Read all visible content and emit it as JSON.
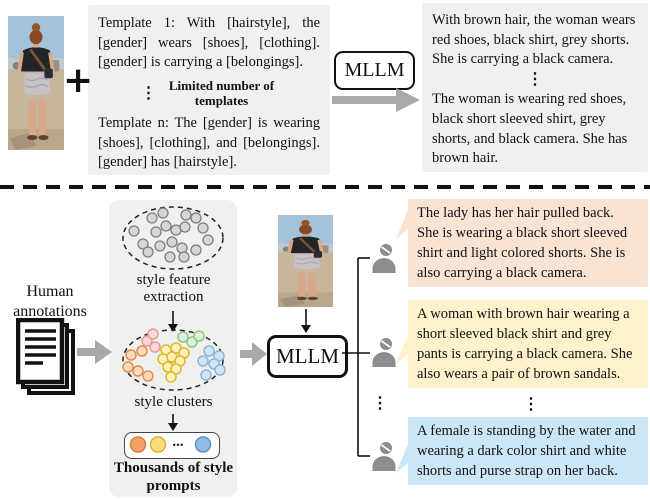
{
  "top": {
    "plus_sign": "+",
    "template_box": {
      "template_1": "Template 1: With [hairstyle], the [gender] wears [shoes], [clothing]. [gender] is carrying a [belongings].",
      "ellipsis": "⋮",
      "note": "Limited number of templates",
      "template_n": "Template n: The [gender] is wearing [shoes], [clothing], and [belongings]. [gender] has [hairstyle]."
    },
    "mllm_label": "MLLM",
    "output_box": {
      "description_1": "With brown hair, the woman wears red shoes, black shirt, grey shorts. She is carrying a black camera.",
      "ellipsis": "⋮",
      "description_2": "The woman is wearing red shoes, black short sleeved shirt, grey shorts, and black camera. She has brown hair."
    }
  },
  "bottom": {
    "human_annotations_label": "Human annotations",
    "style_pipeline": {
      "feature_label": "style feature extraction",
      "clusters_label": "style clusters",
      "prompts_ellipsis": "...",
      "prompts_label": "Thousands of style prompts"
    },
    "mllm_label": "MLLM",
    "connector_ellipsis": "⋮",
    "bubbles_ellipsis": "⋮",
    "annotations": [
      {
        "color": "#f9e3d3",
        "text": "The lady has her hair pulled back. She is wearing a black short sleeved shirt and light colored shorts. She is also carrying a black camera."
      },
      {
        "color": "#fdf2cb",
        "text": "A woman with brown hair wearing a short sleeved black shirt and grey pants is carrying a black camera. She also wears a pair of brown sandals."
      },
      {
        "color": "#cbe6f6",
        "text": "A female is standing by the water and wearing a dark color shirt and white shorts and purse strap on her back."
      }
    ]
  },
  "colors": {
    "box_gray": "#f0f0ee",
    "arrow_gray": "#a9a9a9",
    "icon_gray": "#8d8d8d",
    "dot_gray": "#d6d6d6",
    "cluster_pink": "#e39e98",
    "cluster_green": "#8fc687",
    "cluster_orange": "#e28f4e",
    "cluster_yellow": "#dfb92a",
    "cluster_blue": "#8cb5dd"
  }
}
